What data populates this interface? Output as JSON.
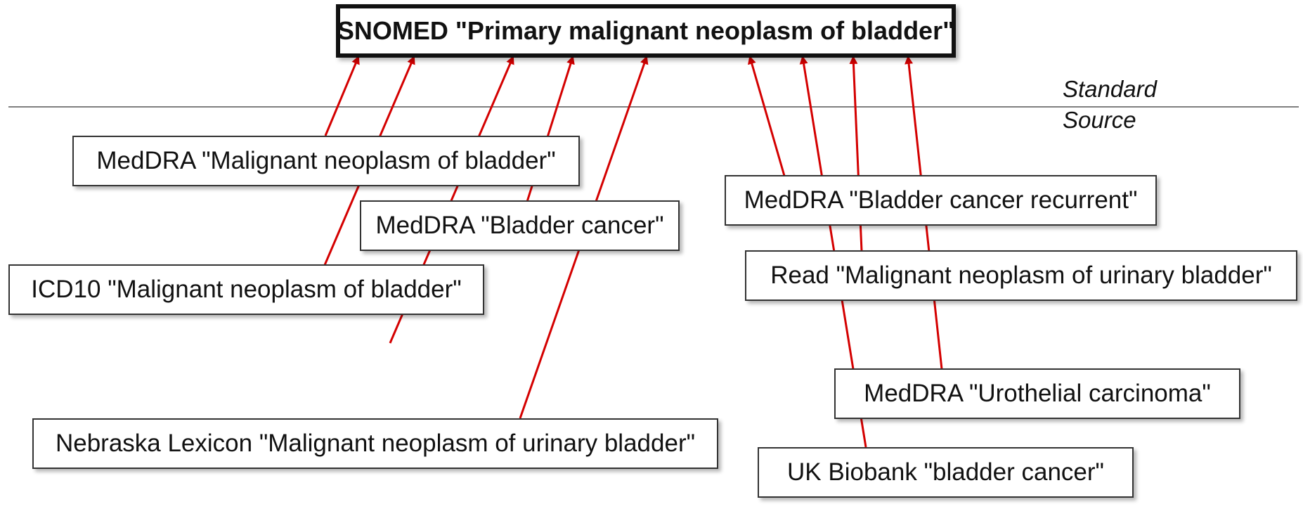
{
  "target": {
    "label": "SNOMED \"Primary malignant neoplasm of bladder\""
  },
  "divider": {
    "standard_label": "Standard",
    "source_label": "Source"
  },
  "sources": [
    {
      "label": "MedDRA \"Malignant neoplasm of bladder\""
    },
    {
      "label": "MedDRA \"Bladder cancer\""
    },
    {
      "label": "ICD10 \"Malignant neoplasm of bladder\""
    },
    {
      "label": "Nebraska Lexicon \"Malignant neoplasm of urinary bladder\""
    },
    {
      "label": "MedDRA \"Bladder cancer recurrent\""
    },
    {
      "label": "Read \"Malignant neoplasm of urinary bladder\""
    },
    {
      "label": "MedDRA \"Urothelial carcinoma\""
    },
    {
      "label": "UK Biobank \"bladder cancer\""
    }
  ],
  "colors": {
    "arrow": "#d40000",
    "divider": "#555555",
    "box_border": "#333333"
  }
}
